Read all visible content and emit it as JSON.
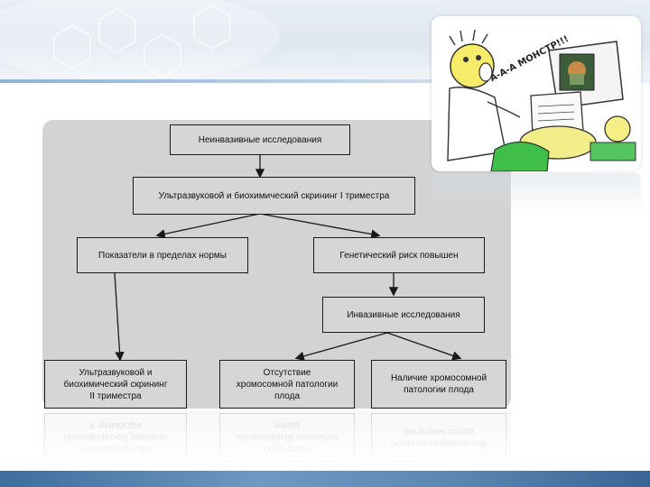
{
  "diagram": {
    "nodes": {
      "noninvasive": "Неинвазивные исследования",
      "screening_1": "Ультразвуковой и биохимический скрининг  I триместра",
      "normal": "Показатели в пределах нормы",
      "risk_high": "Генетический риск повышен",
      "invasive": "Инвазивные исследования",
      "screening_2": "Ультразвуковой и\nбиохимический скрининг\nII триместра",
      "no_pathology": "Отсутствие\nхромосомной патологии\nплода",
      "pathology": "Наличие хромосомной\nпатологии плода"
    }
  },
  "illustration": {
    "speech_text": "А-А-А МОНСТР!!!",
    "icon": "ultrasound-doctor-cartoon"
  },
  "colors": {
    "panel": "#d3d3d3",
    "node_border": "#1a1a1a",
    "header": "#dfe7f0",
    "footer": "#4a78a6"
  }
}
